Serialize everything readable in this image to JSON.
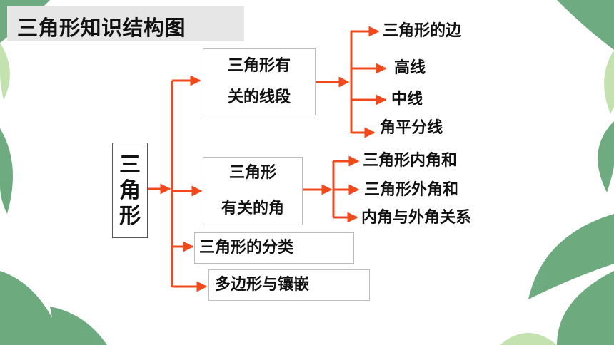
{
  "title": "三角形知识结构图",
  "root": {
    "char1": "三",
    "char2": "角",
    "char3": "形"
  },
  "branches": {
    "segments": {
      "line1": "三角形有",
      "line2": "关的线段",
      "children": [
        "三角形的边",
        "高线",
        "中线",
        "角平分线"
      ]
    },
    "angles": {
      "line1": "三角形",
      "line2": "有关的角",
      "children": [
        "三角形内角和",
        "三角形外角和",
        "内角与外角关系"
      ]
    },
    "classification": "三角形的分类",
    "polygon": "多边形与镶嵌"
  },
  "colors": {
    "arrow": "#f04a1c",
    "title_bg": "#e6e6e6",
    "leaf": "#2f8a4a"
  }
}
